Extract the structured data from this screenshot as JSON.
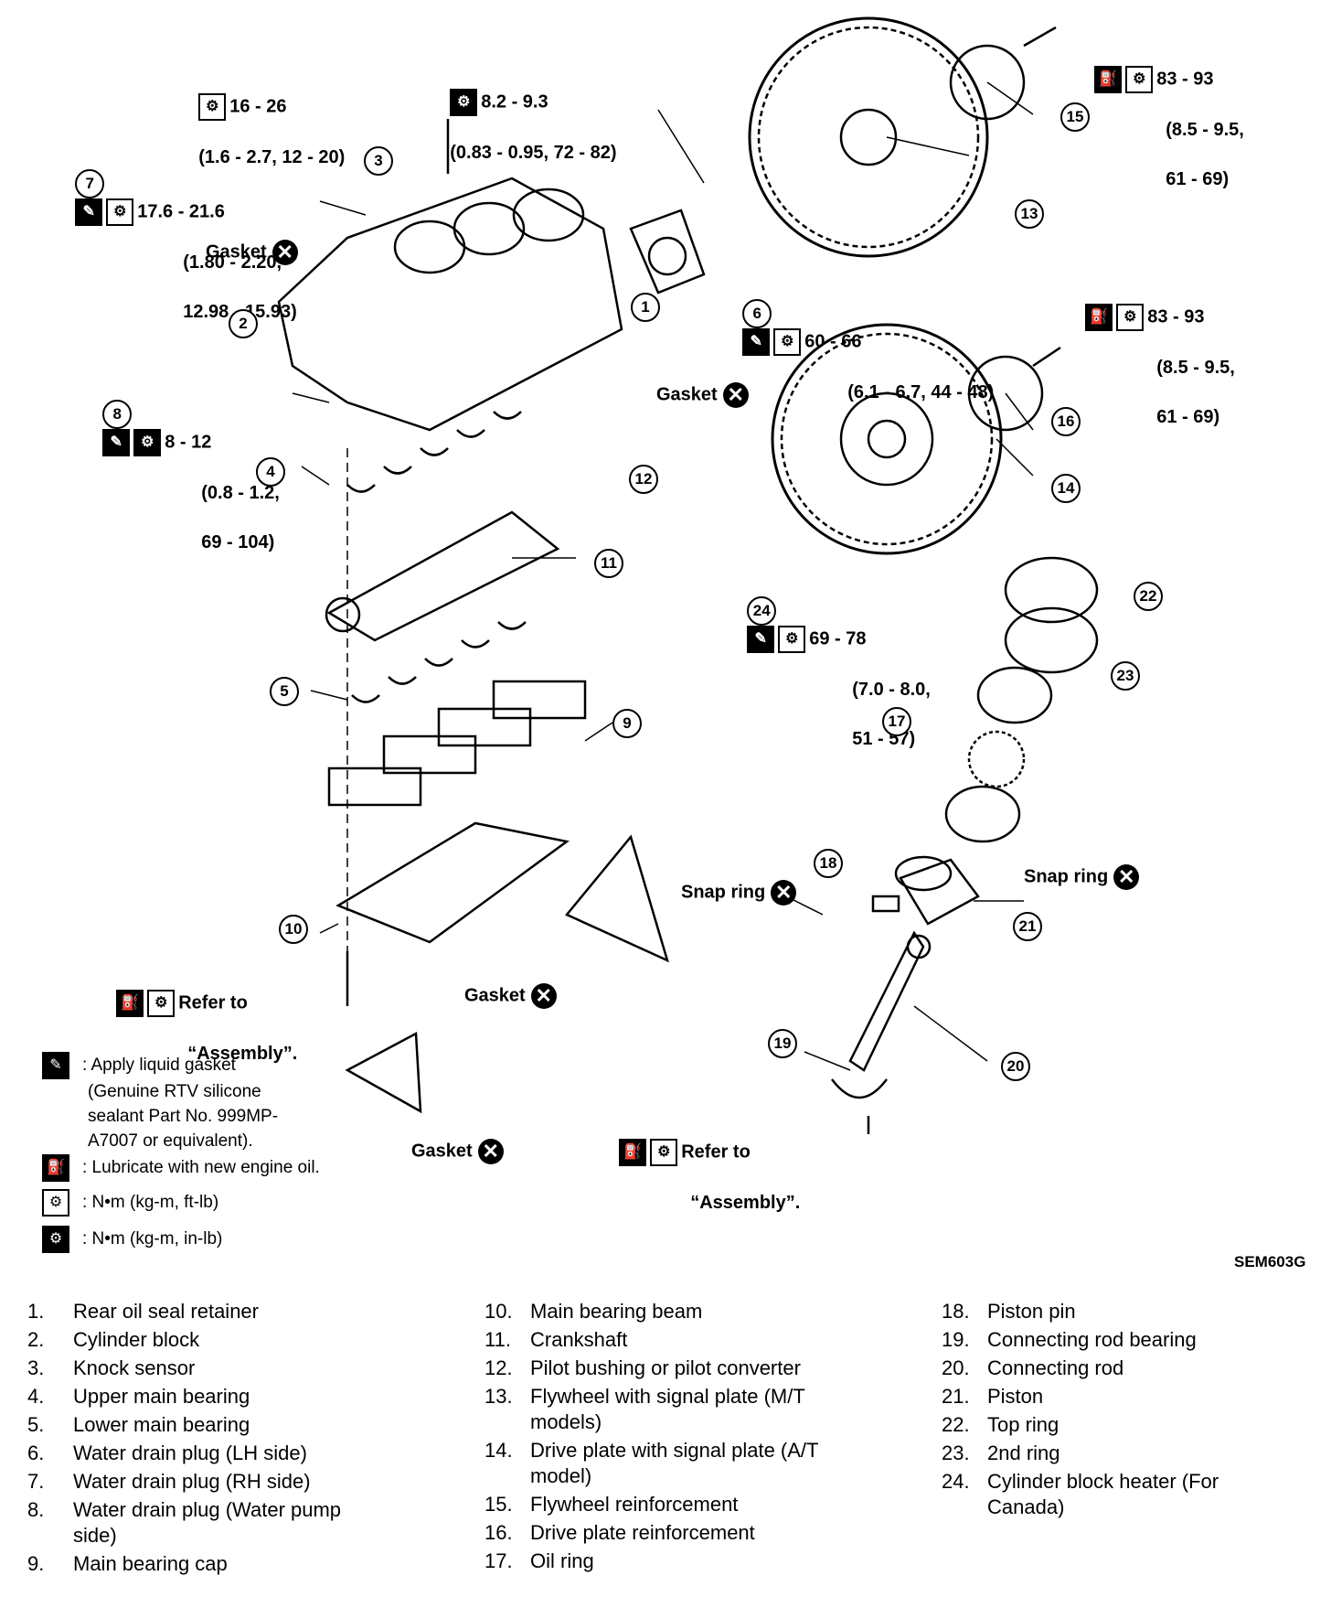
{
  "torque_labels": {
    "l16": [
      "16 - 26",
      "(1.6 - 2.7, 12 - 20)"
    ],
    "l82": [
      "8.2 - 9.3",
      "(0.83 - 0.95, 72 - 82)"
    ],
    "l17": [
      "17.6 - 21.6",
      "(1.80 - 2.20,",
      "12.98 - 15.93)"
    ],
    "l8": [
      "8 - 12",
      "(0.8 - 1.2,",
      "69 - 104)"
    ],
    "l83a": [
      "83 - 93",
      "(8.5 - 9.5,",
      "61 - 69)"
    ],
    "l60": [
      "60 - 66",
      "(6.1 - 6.7, 44 - 48)"
    ],
    "l83b": [
      "83 - 93",
      "(8.5 - 9.5,",
      "61 - 69)"
    ],
    "l69": [
      "69 - 78",
      "(7.0 - 8.0,",
      "51 - 57)"
    ],
    "refer1": [
      "Refer to",
      "“Assembly”."
    ],
    "refer2": [
      "Refer to",
      "“Assembly”."
    ]
  },
  "gasket_label": "Gasket",
  "snap_ring_label": "Snap ring",
  "callouts": [
    "1",
    "2",
    "3",
    "4",
    "5",
    "6",
    "7",
    "8",
    "9",
    "10",
    "11",
    "12",
    "13",
    "14",
    "15",
    "16",
    "17",
    "18",
    "19",
    "20",
    "21",
    "22",
    "23",
    "24"
  ],
  "legend": [
    {
      "icon": "liquid-gasket-icon",
      "lines": [
        ": Apply liquid gasket",
        "(Genuine RTV silicone",
        "sealant Part No. 999MP-",
        "A7007 or equivalent)."
      ]
    },
    {
      "icon": "oil-icon",
      "lines": [
        ": Lubricate with new engine oil."
      ]
    },
    {
      "icon": "torque-wrench-icon",
      "lines": [
        ": N•m (kg-m, ft-lb)"
      ]
    },
    {
      "icon": "torque-wrench-filled-icon",
      "lines": [
        ": N•m (kg-m, in-lb)"
      ]
    }
  ],
  "figure_code": "SEM603G",
  "parts": [
    {
      "n": "1.",
      "name": "Rear oil seal retainer"
    },
    {
      "n": "2.",
      "name": "Cylinder block"
    },
    {
      "n": "3.",
      "name": "Knock sensor"
    },
    {
      "n": "4.",
      "name": "Upper main bearing"
    },
    {
      "n": "5.",
      "name": "Lower main bearing"
    },
    {
      "n": "6.",
      "name": "Water drain plug (LH side)"
    },
    {
      "n": "7.",
      "name": "Water drain plug (RH side)"
    },
    {
      "n": "8.",
      "name": "Water drain plug (Water pump side)"
    },
    {
      "n": "9.",
      "name": "Main bearing cap"
    },
    {
      "n": "10.",
      "name": "Main bearing beam"
    },
    {
      "n": "11.",
      "name": "Crankshaft"
    },
    {
      "n": "12.",
      "name": "Pilot bushing or pilot converter"
    },
    {
      "n": "13.",
      "name": "Flywheel with signal plate (M/T models)"
    },
    {
      "n": "14.",
      "name": "Drive plate with signal plate (A/T model)"
    },
    {
      "n": "15.",
      "name": "Flywheel reinforcement"
    },
    {
      "n": "16.",
      "name": "Drive plate reinforcement"
    },
    {
      "n": "17.",
      "name": "Oil ring"
    },
    {
      "n": "18.",
      "name": "Piston pin"
    },
    {
      "n": "19.",
      "name": "Connecting rod bearing"
    },
    {
      "n": "20.",
      "name": "Connecting rod"
    },
    {
      "n": "21.",
      "name": "Piston"
    },
    {
      "n": "22.",
      "name": "Top ring"
    },
    {
      "n": "23.",
      "name": "2nd ring"
    },
    {
      "n": "24.",
      "name": "Cylinder block heater (For Canada)"
    }
  ]
}
